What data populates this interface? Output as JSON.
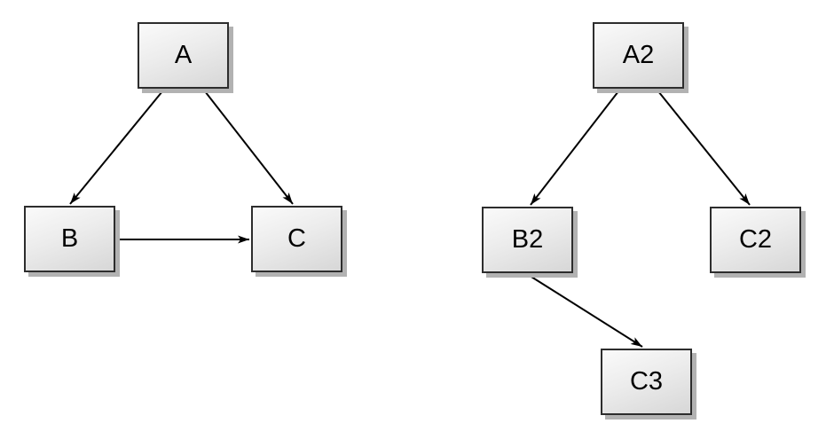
{
  "diagram": {
    "background_color": "#ffffff",
    "node_style": {
      "fill_top": "#fafafa",
      "fill_bottom": "#d7d7d7",
      "border_color": "#2d2d2d",
      "shadow_color": "#b2b2b2",
      "text_color": "#000000"
    },
    "edge_color": "#000000",
    "left_graph": {
      "nodes": [
        {
          "id": "A",
          "label": "A"
        },
        {
          "id": "B",
          "label": "B"
        },
        {
          "id": "C",
          "label": "C"
        }
      ],
      "edges": [
        {
          "from": "A",
          "to": "B"
        },
        {
          "from": "A",
          "to": "C"
        },
        {
          "from": "B",
          "to": "C"
        }
      ]
    },
    "right_graph": {
      "nodes": [
        {
          "id": "A2",
          "label": "A2"
        },
        {
          "id": "B2",
          "label": "B2"
        },
        {
          "id": "C2",
          "label": "C2"
        },
        {
          "id": "C3",
          "label": "C3"
        }
      ],
      "edges": [
        {
          "from": "A2",
          "to": "B2"
        },
        {
          "from": "A2",
          "to": "C2"
        },
        {
          "from": "B2",
          "to": "C3"
        }
      ]
    }
  }
}
